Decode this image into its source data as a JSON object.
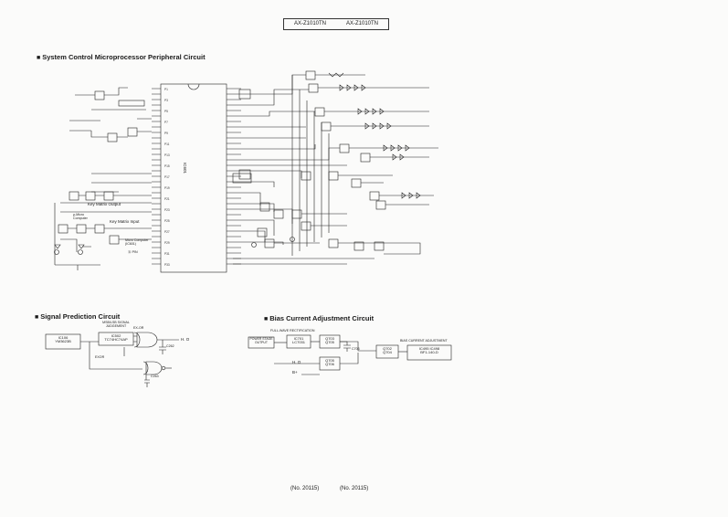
{
  "header": {
    "model_left": "AX-Z1010TN",
    "model_right": "AX-Z1010TN"
  },
  "sections": {
    "system_control": {
      "title": "System Control Microprocessor Peripheral Circuit"
    },
    "signal_prediction": {
      "title": "Signal Prediction Circuit"
    },
    "bias_current": {
      "title": "Bias Current Adjustment Circuit"
    }
  },
  "system_control_labels": {
    "key_matrix_output": "Key Matrix Output",
    "key_matrix_input": "Key Matrix Input",
    "micro_computer_1": "μ-Micro\nComputer",
    "micro_computer_2": "Micro Computer\n(IC601)",
    "pin_label": "Ⓐ PIN",
    "ic_name": "IC601"
  },
  "signal_prediction_labels": {
    "ic_left": "IC106\nYM3623B",
    "judgement": "MSB/LSB SIGNAL\nJUDGEMENT",
    "ic_mid": "IC502\nTC74HC74AP",
    "exor": "EX-OR",
    "enor": "EXOR",
    "h_o": "H. O",
    "c1": "C262",
    "c2": "C263"
  },
  "bias_labels": {
    "full_wave": "FULL-WAVE RECTIFICATION",
    "block1": "POWER STAGE\nOUTPUT",
    "block2": "IC701\nLC7031",
    "block3": "Q703\nQ705",
    "block4": "Q702\nQ704",
    "block5": "Q705\nQ706",
    "block6": "IC495 IC498\nBF1-140-D",
    "adjust": "BIAS CURRENT ADJUSTMENT",
    "c703": "C703",
    "h_o": "H. O",
    "b_plus": "B+"
  },
  "footer": {
    "left": "(No. 20115)",
    "right": "(No. 20115)"
  }
}
